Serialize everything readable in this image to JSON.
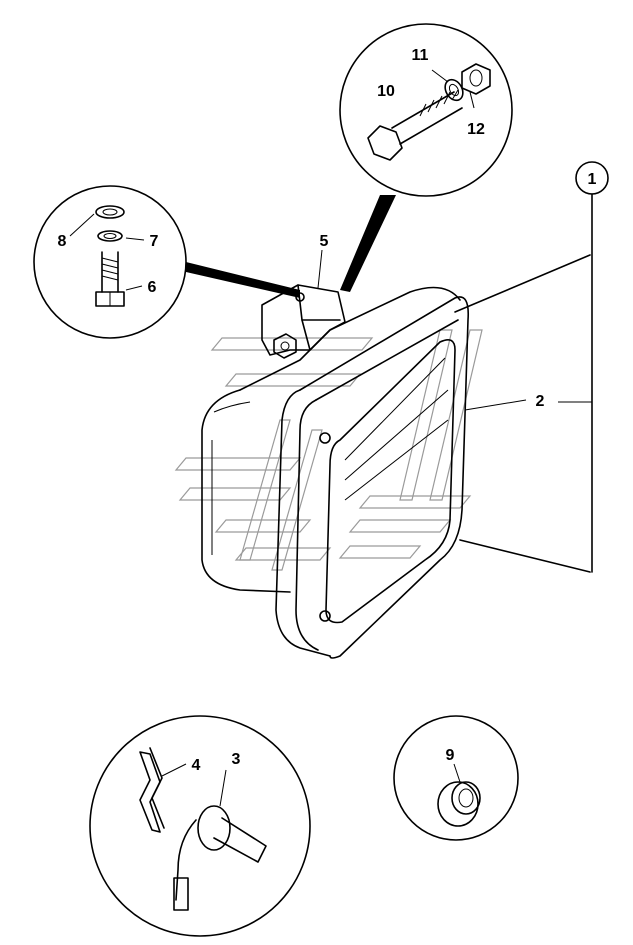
{
  "callouts": {
    "c1": "1",
    "c2": "2",
    "c3": "3",
    "c4": "4",
    "c5": "5",
    "c6": "6",
    "c7": "7",
    "c8": "8",
    "c9": "9",
    "c10": "10",
    "c11": "11",
    "c12": "12"
  },
  "icons": {
    "watermark": "ge-logo-watermark-icon",
    "lamp": "work-lamp-icon",
    "bolt": "hex-bolt-icon",
    "nut": "hex-nut-icon",
    "washer": "washer-icon",
    "bulb": "halogen-bulb-icon",
    "clip": "spring-clip-icon",
    "grommet": "rubber-grommet-icon"
  }
}
